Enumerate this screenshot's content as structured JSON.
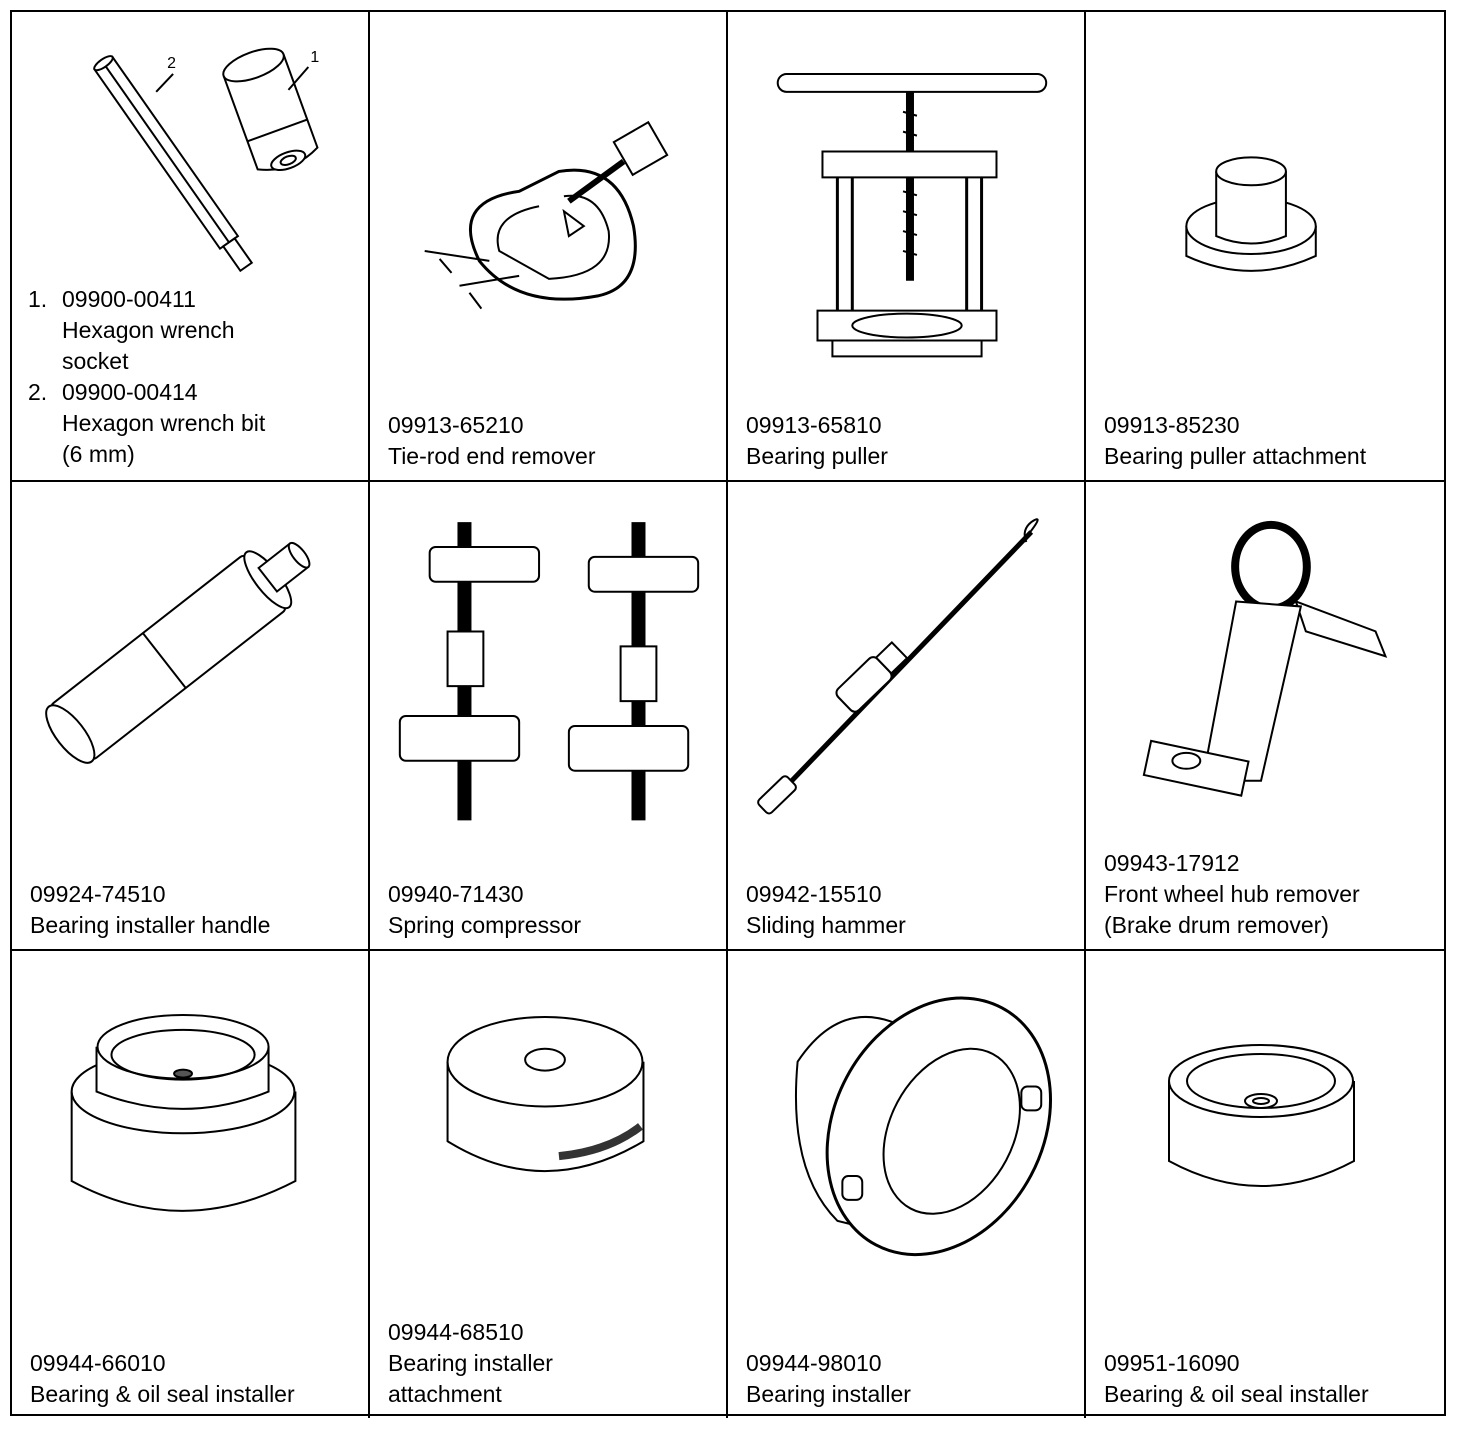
{
  "tools": [
    {
      "callouts": [
        "1",
        "2"
      ],
      "items": [
        {
          "number": "1.",
          "lines": [
            "09900-00411",
            "Hexagon wrench",
            "socket"
          ]
        },
        {
          "number": "2.",
          "lines": [
            "09900-00414",
            "Hexagon wrench bit",
            "(6 mm)"
          ]
        }
      ]
    },
    {
      "part_number": "09913-65210",
      "lines": [
        "Tie-rod end remover"
      ],
      "icon": "tie-rod-end-remover-icon"
    },
    {
      "part_number": "09913-65810",
      "lines": [
        "Bearing puller"
      ],
      "icon": "bearing-puller-icon"
    },
    {
      "part_number": "09913-85230",
      "lines": [
        "Bearing puller attachment"
      ],
      "icon": "bearing-puller-attachment-icon"
    },
    {
      "part_number": "09924-74510",
      "lines": [
        "Bearing installer handle"
      ],
      "icon": "bearing-installer-handle-icon"
    },
    {
      "part_number": "09940-71430",
      "lines": [
        "Spring compressor"
      ],
      "icon": "spring-compressor-icon"
    },
    {
      "part_number": "09942-15510",
      "lines": [
        "Sliding hammer"
      ],
      "icon": "sliding-hammer-icon"
    },
    {
      "part_number": "09943-17912",
      "lines": [
        "Front wheel hub remover",
        "(Brake drum remover)"
      ],
      "icon": "front-wheel-hub-remover-icon"
    },
    {
      "part_number": "09944-66010",
      "lines": [
        "Bearing & oil seal installer"
      ],
      "icon": "bearing-oil-seal-installer-icon"
    },
    {
      "part_number": "09944-68510",
      "lines": [
        "Bearing installer",
        "attachment"
      ],
      "icon": "bearing-installer-attachment-icon"
    },
    {
      "part_number": "09944-98010",
      "lines": [
        "Bearing installer"
      ],
      "icon": "bearing-installer-icon"
    },
    {
      "part_number": "09951-16090",
      "lines": [
        "Bearing & oil seal installer"
      ],
      "icon": "bearing-oil-seal-installer-small-icon"
    }
  ]
}
